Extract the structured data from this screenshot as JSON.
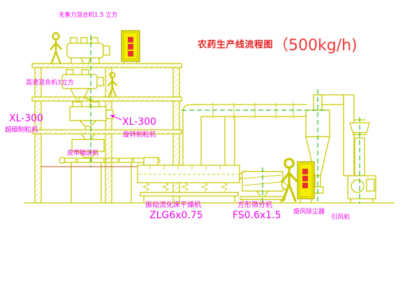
{
  "title": {
    "main": "农药生产线流程图",
    "capacity": "（500kg/h)"
  },
  "labels": {
    "gravity_mixer": "无重力混合机1.5 立方",
    "high_speed_mixer": "高速混合机3立方",
    "granulator_left_model": "XL-300",
    "granulator_left_name": "超细制粒机",
    "granulator_center_model": "XL-300",
    "granulator_center_name": "旋转制粒机",
    "belt_conveyor": "皮带输送机",
    "dryer_name": "振动流化床干燥机",
    "dryer_model": "ZLG6x0.75",
    "sifter_name": "方形筛分机",
    "sifter_model": "FS0.6x1.5",
    "cyclone": "旋风除尘器",
    "fan": "引风机"
  },
  "colors": {
    "background": "#ffffff",
    "drawing_line": "#c9c900",
    "label_text": "#f000f0",
    "title_text": "#e62222",
    "centerline": "#00b400",
    "cabinet_fill": "#f4ee00",
    "cabinet_text": "#e83030",
    "belt_line": "#c05510"
  }
}
